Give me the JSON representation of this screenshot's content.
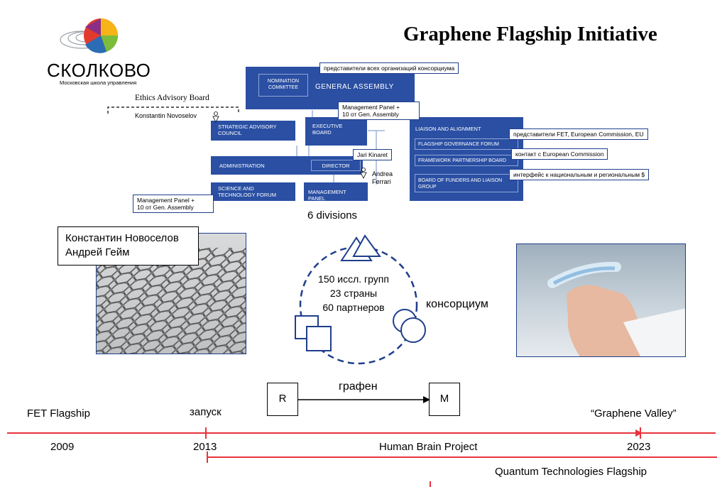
{
  "title": "Graphene Flagship Initiative",
  "brand": {
    "name": "СКОЛКОВО",
    "subtitle": "Московская школа управления"
  },
  "ethics": {
    "label": "Ethics Advisory Board",
    "person": "Konstantin Novoselov"
  },
  "org": {
    "nomination": "NOMINATION COMMITTEE",
    "general_assembly": "GENERAL ASSEMBLY",
    "strategic": "STRATEGIC ADVISORY COUNCIL",
    "executive": "EXECUTIVE BOARD",
    "administration": "ADMINISTRATION",
    "director": "DIRECTOR",
    "science": "SCIENCE AND TECHNOLOGY FORUM",
    "management_panel": "MANAGEMENT PANEL",
    "liaison": "LIAISON AND ALIGNMENT",
    "governance_forum": "FLAGSHIP GOVERNANCE FORUM",
    "framework_board": "FRAMEWORK PARTNERSHIP BOARD",
    "funders": "BOARD OF FUNDERS AND LIAISON GROUP"
  },
  "notes": {
    "consortium_reps": "представители всех организаций консорциума",
    "mgmt_top_line1": "Management Panel +",
    "mgmt_top_line2": "10 от Gen. Assembly",
    "mgmt_bottom_line1": "Management Panel +",
    "mgmt_bottom_line2": "10 от Gen. Assembly",
    "jari": "Jari Kinaret",
    "andrea": "Andrea Ferrari",
    "fet_reps": "представители FET, European Commission, EU",
    "ec_contact": "контакт с  European Commission",
    "interface": "интерфейс к национальным и региональным $"
  },
  "divisions": "6 divisions",
  "people": {
    "line1": "Константин Новоселов",
    "line2": "Андрей Гейм"
  },
  "consortium": {
    "groups": "150 иссл. групп",
    "countries": "23 страны",
    "partners": "60 партнеров",
    "label": "консорциум"
  },
  "flow": {
    "from": "R",
    "to": "M",
    "label": "графен"
  },
  "timeline": {
    "fet": "FET Flagship",
    "launch": "запуск",
    "valley": "“Graphene Valley”",
    "y2009": "2009",
    "y2013": "2013",
    "y2023": "2023",
    "hbp": "Human Brain Project",
    "quantum": "Quantum Technologies Flagship"
  },
  "colors": {
    "org_blue": "#2a4fa3",
    "note_border": "#1f3f8c",
    "timeline_red": "#e8323c",
    "dark_blue": "#1f3f8c"
  }
}
